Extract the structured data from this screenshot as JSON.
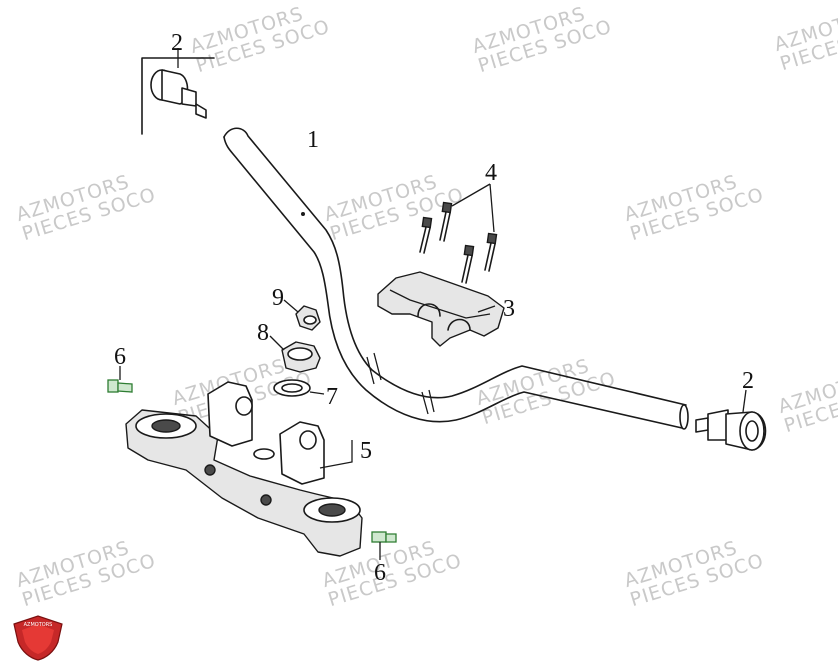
{
  "watermark": {
    "line1": "AZMOTORS",
    "line2": "PIECES SOCO"
  },
  "callouts": {
    "c1": "1",
    "c2a": "2",
    "c2b": "2",
    "c3": "3",
    "c4": "4",
    "c5": "5",
    "c6a": "6",
    "c6b": "6",
    "c7": "7",
    "c8": "8",
    "c9": "9"
  },
  "colors": {
    "line": "#1a1a1a",
    "fill": "#ffffff",
    "part_shade": "#e8e8e8",
    "bolt_green": "#2e7d32",
    "watermark": "#c9c9c9",
    "logo_red": "#c62828"
  },
  "logo": {
    "icon": "azmotors-shield-logo",
    "text": "AZMOTORS"
  }
}
